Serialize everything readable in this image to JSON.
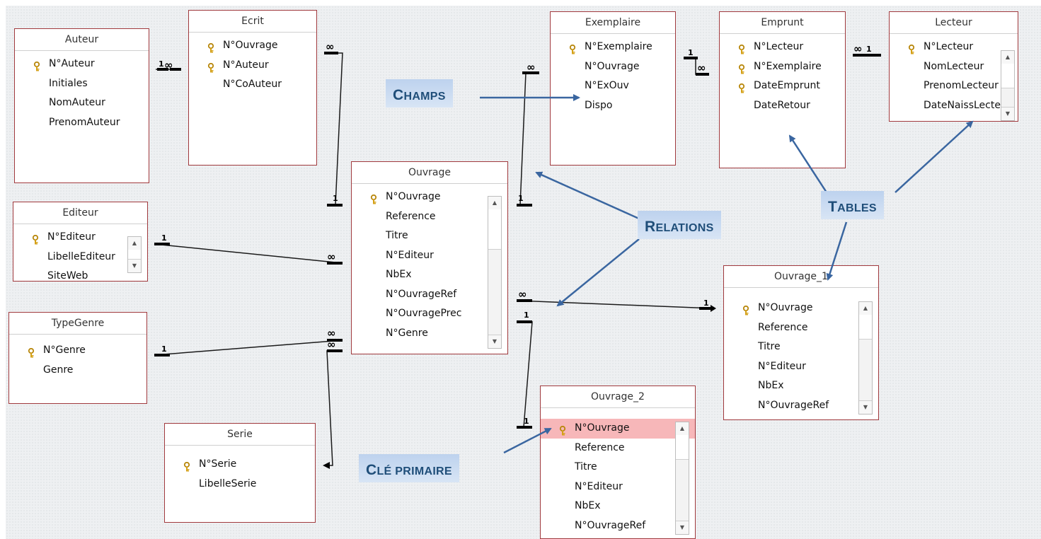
{
  "tables": {
    "auteur": {
      "title": "Auteur",
      "fields": [
        {
          "name": "N°Auteur",
          "key": true
        },
        {
          "name": "Initiales",
          "key": false
        },
        {
          "name": "NomAuteur",
          "key": false
        },
        {
          "name": "PrenomAuteur",
          "key": false
        }
      ]
    },
    "ecrit": {
      "title": "Ecrit",
      "fields": [
        {
          "name": "N°Ouvrage",
          "key": true
        },
        {
          "name": "N°Auteur",
          "key": true
        },
        {
          "name": "N°CoAuteur",
          "key": false
        }
      ]
    },
    "exemplaire": {
      "title": "Exemplaire",
      "fields": [
        {
          "name": "N°Exemplaire",
          "key": true
        },
        {
          "name": "N°Ouvrage",
          "key": false
        },
        {
          "name": "N°ExOuv",
          "key": false
        },
        {
          "name": "Dispo",
          "key": false
        }
      ]
    },
    "emprunt": {
      "title": "Emprunt",
      "fields": [
        {
          "name": "N°Lecteur",
          "key": true
        },
        {
          "name": "N°Exemplaire",
          "key": true
        },
        {
          "name": "DateEmprunt",
          "key": true
        },
        {
          "name": "DateRetour",
          "key": false
        }
      ]
    },
    "lecteur": {
      "title": "Lecteur",
      "fields": [
        {
          "name": "N°Lecteur",
          "key": true
        },
        {
          "name": "NomLecteur",
          "key": false
        },
        {
          "name": "PrenomLecteur",
          "key": false
        },
        {
          "name": "DateNaissLecteur",
          "key": false
        }
      ]
    },
    "editeur": {
      "title": "Editeur",
      "fields": [
        {
          "name": "N°Editeur",
          "key": true
        },
        {
          "name": "LibelleEditeur",
          "key": false
        },
        {
          "name": "SiteWeb",
          "key": false
        }
      ]
    },
    "ouvrage": {
      "title": "Ouvrage",
      "fields": [
        {
          "name": "N°Ouvrage",
          "key": true
        },
        {
          "name": "Reference",
          "key": false
        },
        {
          "name": "Titre",
          "key": false
        },
        {
          "name": "N°Editeur",
          "key": false
        },
        {
          "name": "NbEx",
          "key": false
        },
        {
          "name": "N°OuvrageRef",
          "key": false
        },
        {
          "name": "N°OuvragePrec",
          "key": false
        },
        {
          "name": "N°Genre",
          "key": false
        }
      ]
    },
    "typegenre": {
      "title": "TypeGenre",
      "fields": [
        {
          "name": "N°Genre",
          "key": true
        },
        {
          "name": "Genre",
          "key": false
        }
      ]
    },
    "serie": {
      "title": "Serie",
      "fields": [
        {
          "name": "N°Serie",
          "key": true
        },
        {
          "name": "LibelleSerie",
          "key": false
        }
      ]
    },
    "ouvrage1": {
      "title": "Ouvrage_1",
      "fields": [
        {
          "name": "N°Ouvrage",
          "key": true
        },
        {
          "name": "Reference",
          "key": false
        },
        {
          "name": "Titre",
          "key": false
        },
        {
          "name": "N°Editeur",
          "key": false
        },
        {
          "name": "NbEx",
          "key": false
        },
        {
          "name": "N°OuvrageRef",
          "key": false
        }
      ]
    },
    "ouvrage2": {
      "title": "Ouvrage_2",
      "fields": [
        {
          "name": "N°Ouvrage",
          "key": true,
          "selected": true
        },
        {
          "name": "Reference",
          "key": false
        },
        {
          "name": "Titre",
          "key": false
        },
        {
          "name": "N°Editeur",
          "key": false
        },
        {
          "name": "NbEx",
          "key": false
        },
        {
          "name": "N°OuvrageRef",
          "key": false
        }
      ]
    }
  },
  "cardinality": {
    "one": "1",
    "many": "∞"
  },
  "annotations": {
    "champs": {
      "first": "C",
      "rest": "HAMPS"
    },
    "tables": {
      "first": "T",
      "rest": "ABLES"
    },
    "relations": {
      "first": "R",
      "rest": "ELATIONS"
    },
    "cle_primaire": {
      "first": "C",
      "rest": "LÉ PRIMAIRE"
    }
  },
  "colors": {
    "table_border": "#a0393d",
    "label_text": "#1f4e79",
    "label_bg": "#c9dbf2",
    "arrow": "#3a66a0",
    "selected_row": "#f7b7b9"
  }
}
